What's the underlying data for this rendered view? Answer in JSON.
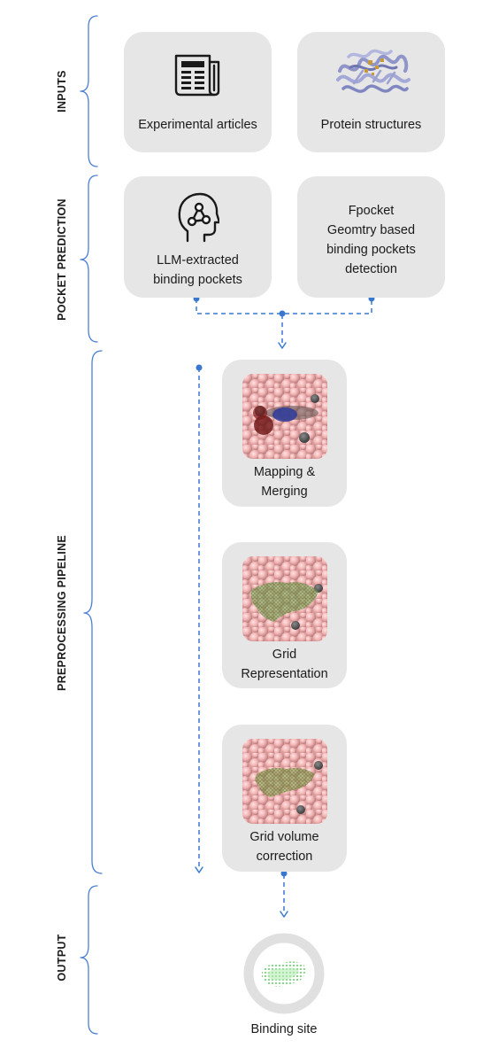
{
  "sections": {
    "inputs": "INPUTS",
    "pocket_prediction": "POCKET PREDICTION",
    "preprocessing": "PREPROCESSING PIPELINE",
    "output": "OUTPUT"
  },
  "inputs": {
    "articles": {
      "icon": "newspaper-icon",
      "label": "Experimental articles"
    },
    "structures": {
      "icon": "protein-ribbon-image",
      "label": "Protein structures"
    }
  },
  "pocket_prediction": {
    "llm": {
      "icon": "brain-head-icon",
      "line1": "LLM-extracted",
      "line2": "binding pockets"
    },
    "fpocket": {
      "line1": "Fpocket",
      "line2": "Geomtry based",
      "line3": "binding pockets",
      "line4": "detection"
    }
  },
  "pipeline": {
    "mapping": {
      "image": "protein-surface-pocket",
      "line1": "Mapping &",
      "line2": "Merging"
    },
    "grid": {
      "image": "protein-surface-grid",
      "line1": "Grid",
      "line2": "Representation"
    },
    "volume": {
      "image": "protein-surface-grid-corrected",
      "line1": "Grid volume",
      "line2": "correction"
    }
  },
  "output": {
    "image": "binding-site-points",
    "label": "Binding site"
  },
  "colors": {
    "card": "#e6e6e6",
    "bracket": "#4a7fd4",
    "arrow": "#3a78d0",
    "protein": "#f1b8b8",
    "grid": "#7fa35a",
    "binding_site": "#6fd06f"
  }
}
